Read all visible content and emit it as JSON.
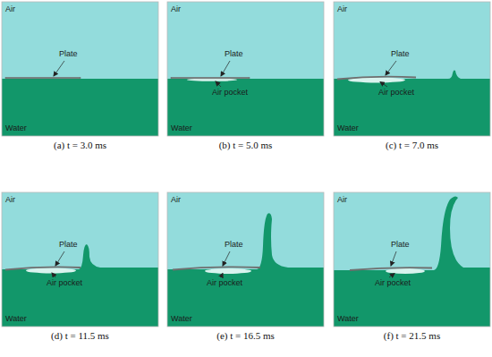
{
  "diagram": {
    "labels": [
      "Air",
      "Plate",
      "Water",
      "(a) t = 3.0 ms",
      "Air",
      "Plate",
      "Air pocket",
      "Water",
      "(b) t = 5.0 ms",
      "Air",
      "Plate",
      "Air pocket",
      "Water",
      "(c) t = 7.0 ms",
      "Air",
      "Plate",
      "Air pocket",
      "Water",
      "(d) t = 11.5 ms",
      "Air",
      "Plate",
      "Air pocket",
      "Water",
      "(e) t = 16.5 ms",
      "Air",
      "Plate",
      "Air pocket",
      "Water",
      "(f) t = 21.5 ms"
    ]
  }
}
